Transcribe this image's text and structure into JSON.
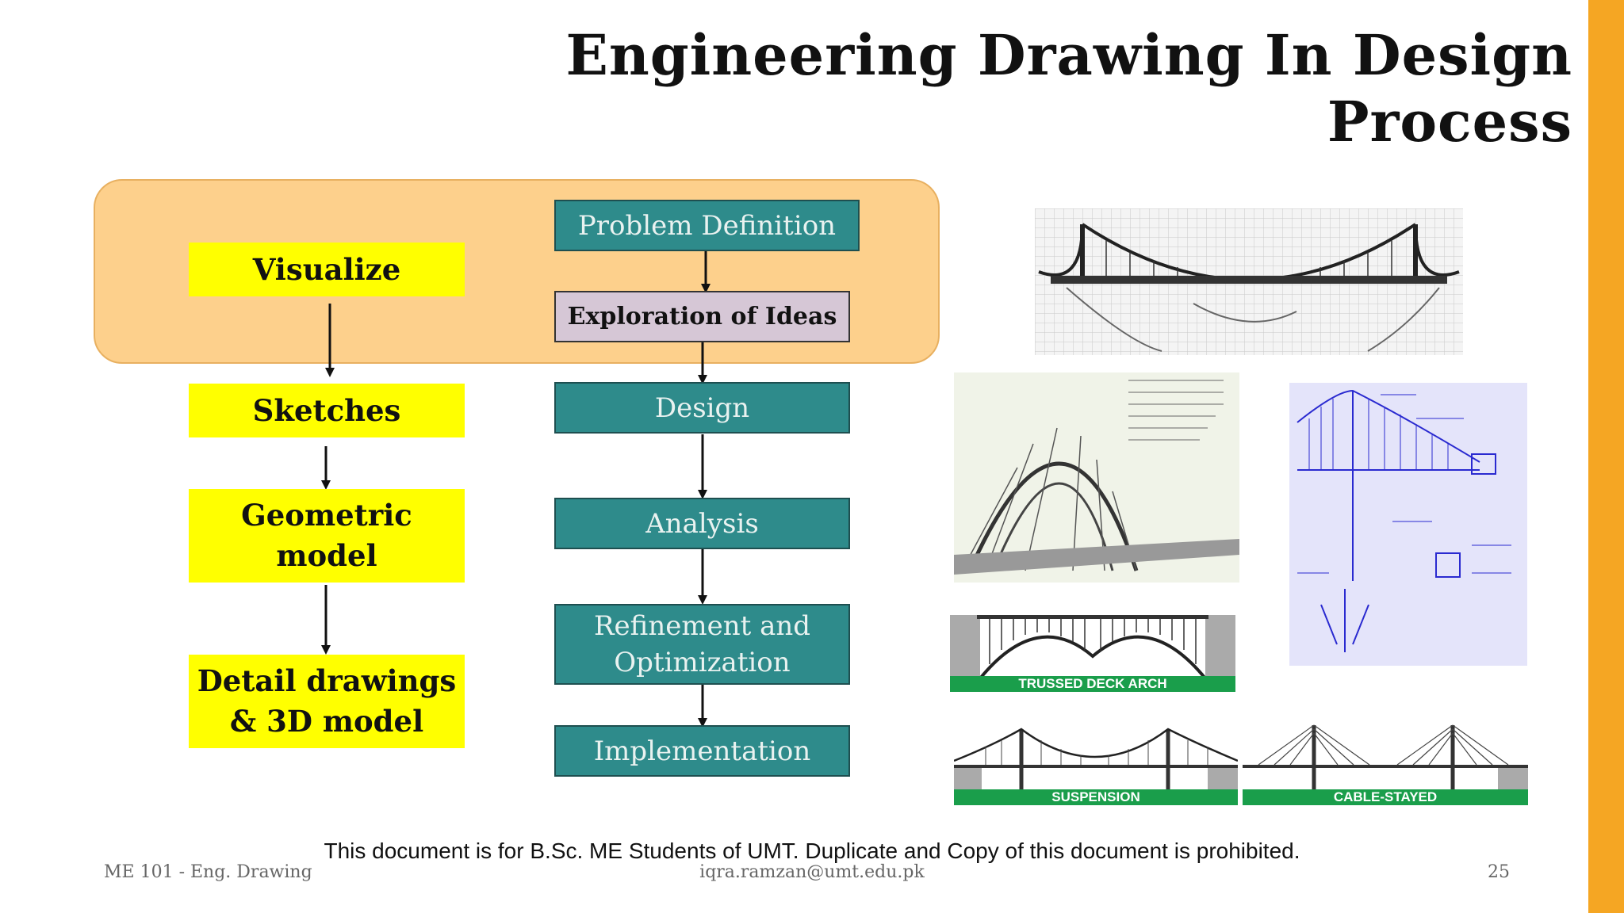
{
  "slide": {
    "title": "Engineering Drawing In Design Process",
    "accent_color": "#f5a623",
    "panel_color": "#fdd08c"
  },
  "left_flow": {
    "visualize": "Visualize",
    "sketches": "Sketches",
    "geometric_model": "Geometric model",
    "detail": "Detail drawings & 3D model"
  },
  "right_flow": {
    "problem_definition": "Problem Definition",
    "exploration": "Exploration of Ideas",
    "design": "Design",
    "analysis": "Analysis",
    "refinement": "Refinement and Optimization",
    "implementation": "Implementation"
  },
  "images": {
    "sketch_suspension_grid": "suspension-bridge-sketch",
    "sketch_arch": "arch-bridge-sketch",
    "sketch_blue": "blue-suspension-bridge-notes",
    "trussed_caption": "TRUSSED DECK ARCH",
    "suspension_caption": "SUSPENSION",
    "cable_caption": "CABLE-STAYED"
  },
  "footer": {
    "notice": "This document is for B.Sc. ME Students of UMT. Duplicate and Copy of this document is prohibited.",
    "course": "ME 101 - Eng. Drawing",
    "email": "iqra.ramzan@umt.edu.pk",
    "page": "25"
  }
}
